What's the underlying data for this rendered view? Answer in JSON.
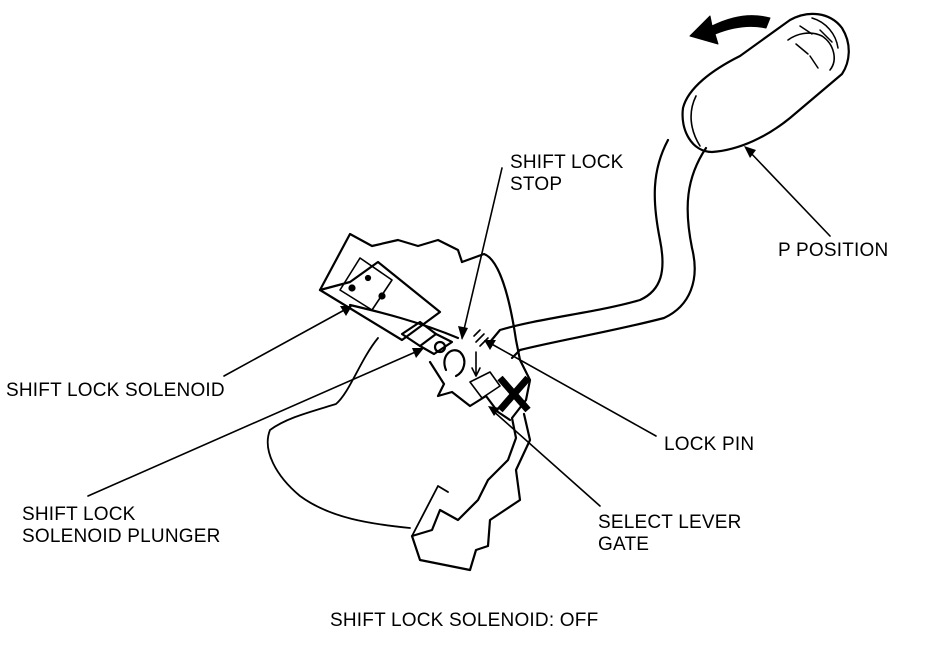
{
  "labels": {
    "shift_lock_stop_1": "SHIFT LOCK",
    "shift_lock_stop_2": "STOP",
    "p_position": "P POSITION",
    "shift_lock_solenoid": "SHIFT LOCK SOLENOID",
    "lock_pin": "LOCK PIN",
    "plunger_1": "SHIFT LOCK",
    "plunger_2": "SOLENOID PLUNGER",
    "gate_1": "SELECT LEVER",
    "gate_2": "GATE"
  },
  "caption": "SHIFT LOCK SOLENOID: OFF",
  "colors": {
    "ink": "#000000",
    "paper": "#ffffff"
  }
}
